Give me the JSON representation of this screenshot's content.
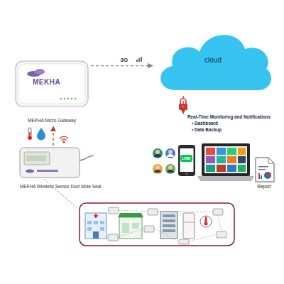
{
  "diagram": {
    "nodes": [
      {
        "text": [
          "MEKHA",
          "MEKHA Micro Gateway"
        ]
      },
      {
        "text": [
          "cloud"
        ]
      },
      {
        "text": [
          "Real-Time Monitoring and Notifications",
          "• Dashboard",
          "• Data Backup"
        ]
      },
      {
        "text": [
          "MEKHA Wireless Sensor Dust Mote Seal"
        ]
      },
      {
        "text": [
          "Report"
        ]
      }
    ],
    "edges": [
      {
        "from": 3,
        "to": 0,
        "arrow": "to"
      },
      {
        "from": 0,
        "to": 1,
        "label": "3G",
        "arrow": "to"
      },
      {
        "from": 1,
        "to": 2,
        "arrow": "to"
      }
    ],
    "labels": [
      "LINE"
    ]
  }
}
